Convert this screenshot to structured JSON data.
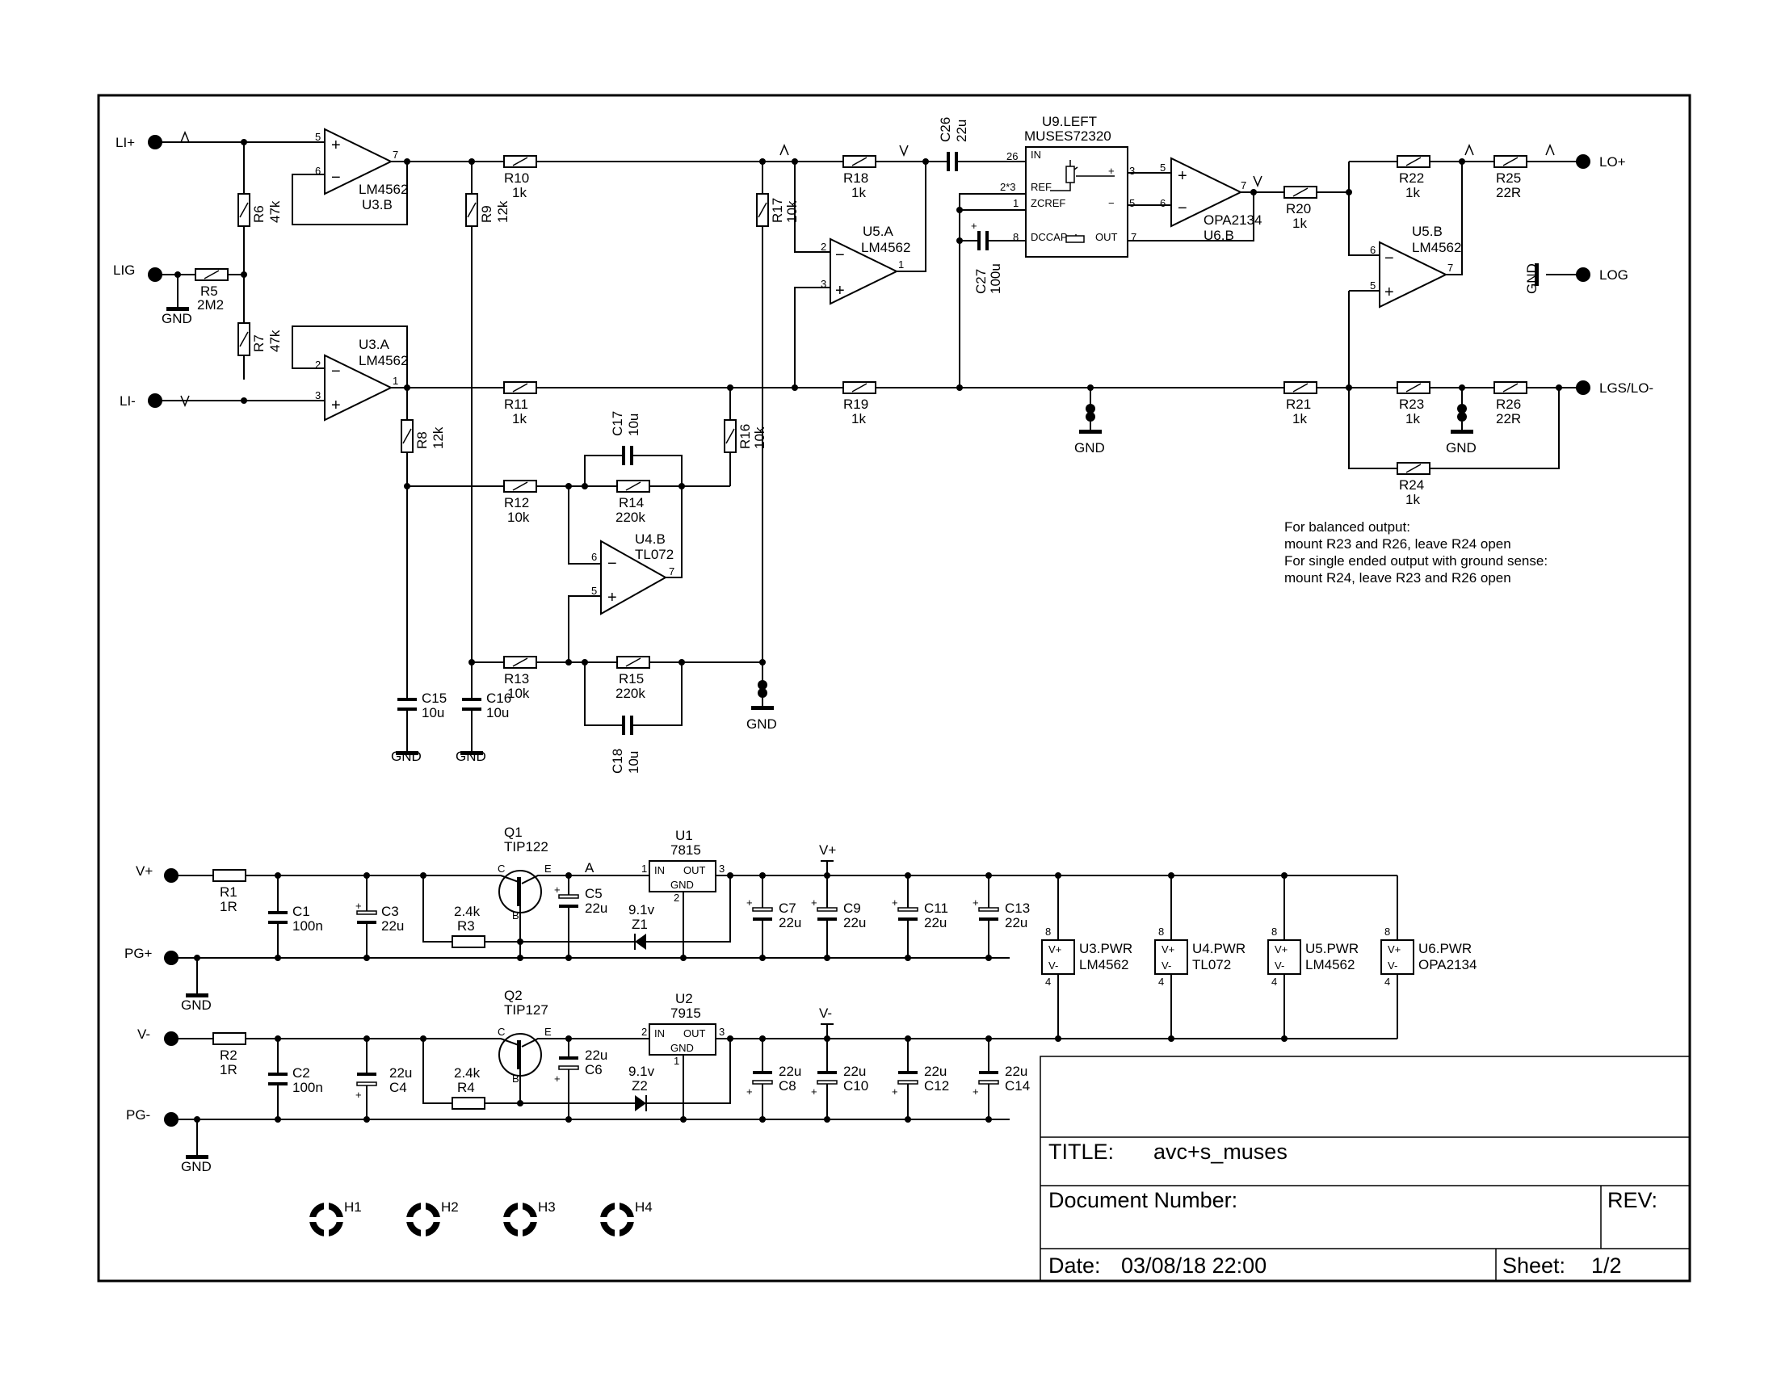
{
  "title_block": {
    "title_label": "TITLE:",
    "title_value": "avc+s_muses",
    "docnum_label": "Document Number:",
    "rev_label": "REV:",
    "date_label": "Date:",
    "date_value": "03/08/18 22:00",
    "sheet_label": "Sheet:",
    "sheet_value": "1/2"
  },
  "note": {
    "line1": "For balanced output:",
    "line2": "mount R23 and R26, leave R24 open",
    "line3": "For single ended output with ground sense:",
    "line4": "mount R24, leave R23 and R26 open"
  },
  "ports": {
    "li_plus": "LI+",
    "lig": "LIG",
    "li_minus": "LI-",
    "lo_plus": "LO+",
    "log": "LOG",
    "lgs": "LGS/LO-",
    "vplus": "V+",
    "pgplus": "PG+",
    "vminus": "V-",
    "pgminus": "PG-",
    "gnd": "GND",
    "rail_vplus": "V+",
    "rail_vminus": "V-",
    "node_a": "A"
  },
  "resistors": {
    "r1": {
      "name": "R1",
      "value": "1R"
    },
    "r2": {
      "name": "R2",
      "value": "1R"
    },
    "r3": {
      "name": "R3",
      "value": "2.4k"
    },
    "r4": {
      "name": "R4",
      "value": "2.4k"
    },
    "r5": {
      "name": "R5",
      "value": "2M2"
    },
    "r6": {
      "name": "R6",
      "value": "47k"
    },
    "r7": {
      "name": "R7",
      "value": "47k"
    },
    "r8": {
      "name": "R8",
      "value": "12k"
    },
    "r9": {
      "name": "R9",
      "value": "12k"
    },
    "r10": {
      "name": "R10",
      "value": "1k"
    },
    "r11": {
      "name": "R11",
      "value": "1k"
    },
    "r12": {
      "name": "R12",
      "value": "10k"
    },
    "r13": {
      "name": "R13",
      "value": "10k"
    },
    "r14": {
      "name": "R14",
      "value": "220k"
    },
    "r15": {
      "name": "R15",
      "value": "220k"
    },
    "r16": {
      "name": "R16",
      "value": "10k"
    },
    "r17": {
      "name": "R17",
      "value": "10k"
    },
    "r18": {
      "name": "R18",
      "value": "1k"
    },
    "r19": {
      "name": "R19",
      "value": "1k"
    },
    "r20": {
      "name": "R20",
      "value": "1k"
    },
    "r21": {
      "name": "R21",
      "value": "1k"
    },
    "r22": {
      "name": "R22",
      "value": "1k"
    },
    "r23": {
      "name": "R23",
      "value": "1k"
    },
    "r24": {
      "name": "R24",
      "value": "1k"
    },
    "r25": {
      "name": "R25",
      "value": "22R"
    },
    "r26": {
      "name": "R26",
      "value": "22R"
    }
  },
  "capacitors": {
    "c1": {
      "name": "C1",
      "value": "100n"
    },
    "c2": {
      "name": "C2",
      "value": "100n"
    },
    "c3": {
      "name": "C3",
      "value": "22u"
    },
    "c4": {
      "name": "C4",
      "value": "22u"
    },
    "c5": {
      "name": "C5",
      "value": "22u"
    },
    "c6": {
      "name": "C6",
      "value": "22u"
    },
    "c7": {
      "name": "C7",
      "value": "22u"
    },
    "c8": {
      "name": "C8",
      "value": "22u"
    },
    "c9": {
      "name": "C9",
      "value": "22u"
    },
    "c10": {
      "name": "C10",
      "value": "22u"
    },
    "c11": {
      "name": "C11",
      "value": "22u"
    },
    "c12": {
      "name": "C12",
      "value": "22u"
    },
    "c13": {
      "name": "C13",
      "value": "22u"
    },
    "c14": {
      "name": "C14",
      "value": "22u"
    },
    "c15": {
      "name": "C15",
      "value": "10u"
    },
    "c16": {
      "name": "C16",
      "value": "10u"
    },
    "c17": {
      "name": "C17",
      "value": "10u"
    },
    "c18": {
      "name": "C18",
      "value": "10u"
    },
    "c26": {
      "name": "C26",
      "value": "22u"
    },
    "c27": {
      "name": "C27",
      "value": "100u"
    }
  },
  "opamps": {
    "u3b": {
      "part": "LM4562",
      "name": "U3.B"
    },
    "u3a": {
      "part": "LM4562",
      "name": "U3.A"
    },
    "u5a": {
      "part": "LM4562",
      "name": "U5.A"
    },
    "u4b": {
      "part": "TL072",
      "name": "U4.B"
    },
    "u6b": {
      "part": "OPA2134",
      "name": "U6.B"
    },
    "u5b": {
      "part": "LM4562",
      "name": "U5.B"
    }
  },
  "u9": {
    "name": "U9.LEFT",
    "part": "MUSES72320",
    "pin_in": "IN",
    "pin_ref": "REF",
    "pin_zcref": "ZCREF",
    "pin_dccap": "DCCAP",
    "pin_out": "OUT",
    "num_in": "26",
    "num_ref": "2*3",
    "num_zcref": "1",
    "num_dccap": "8",
    "num_out": "7"
  },
  "regulators": {
    "u1": {
      "name": "U1",
      "part": "7815",
      "pin_in": "IN",
      "pin_out": "OUT",
      "pin_gnd": "GND"
    },
    "u2": {
      "name": "U2",
      "part": "7915",
      "pin_in": "IN",
      "pin_out": "OUT",
      "pin_gnd": "GND"
    }
  },
  "transistors": {
    "q1": {
      "name": "Q1",
      "part": "TIP122"
    },
    "q2": {
      "name": "Q2",
      "part": "TIP127"
    }
  },
  "zeners": {
    "z1": {
      "name": "Z1",
      "value": "9.1v"
    },
    "z2": {
      "name": "Z2",
      "value": "9.1v"
    }
  },
  "power_units": [
    {
      "name": "U3.PWR",
      "part": "LM4562"
    },
    {
      "name": "U4.PWR",
      "part": "TL072"
    },
    {
      "name": "U5.PWR",
      "part": "LM4562"
    },
    {
      "name": "U6.PWR",
      "part": "OPA2134"
    }
  ],
  "power_pins": {
    "vplus": "V+",
    "vminus": "V-",
    "num_top": "8",
    "num_bot": "4"
  },
  "holes": [
    "H1",
    "H2",
    "H3",
    "H4"
  ]
}
